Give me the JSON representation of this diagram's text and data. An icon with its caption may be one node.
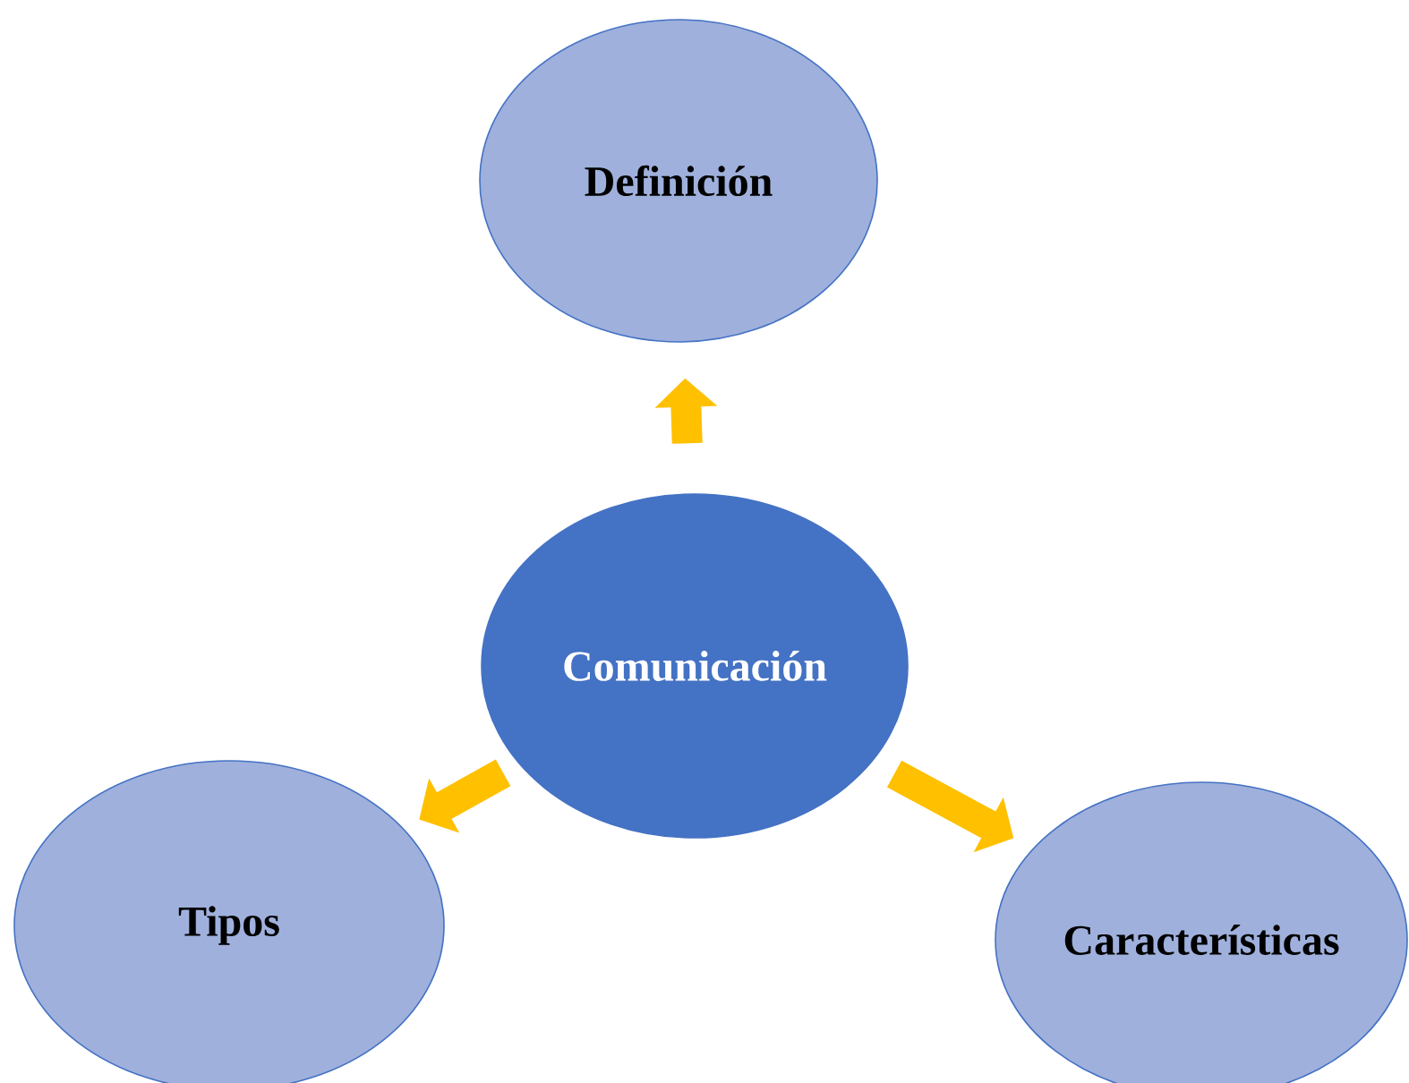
{
  "diagram": {
    "nodes": [
      {
        "text": [
          "Comunicación"
        ]
      },
      {
        "text": [
          "Definición"
        ]
      },
      {
        "text": [
          "Tipos"
        ]
      },
      {
        "text": [
          "Características"
        ]
      }
    ],
    "edges": [
      {
        "from": 0,
        "to": 1,
        "arrow": "to"
      },
      {
        "from": 0,
        "to": 2,
        "arrow": "to"
      },
      {
        "from": 0,
        "to": 3,
        "arrow": "to"
      }
    ]
  }
}
